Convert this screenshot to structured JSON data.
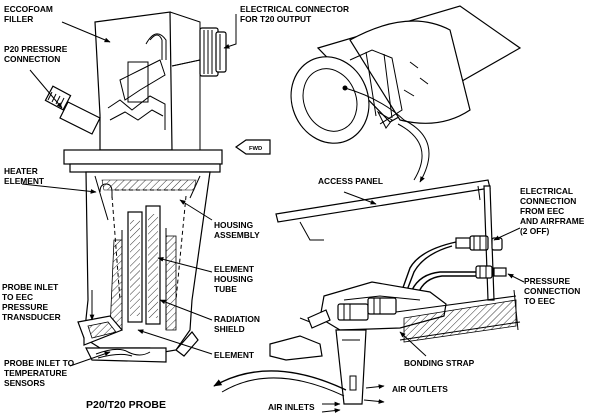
{
  "figure_title": "P20/T20 PROBE",
  "fwd_marker": "FWD",
  "labels": {
    "eccofoam": [
      "ECCOFOAM",
      "FILLER"
    ],
    "p20_pressure": [
      "P20 PRESSURE",
      "CONNECTION"
    ],
    "electrical_connector": [
      "ELECTRICAL CONNECTOR",
      "FOR T20 OUTPUT"
    ],
    "heater_element": [
      "HEATER",
      "ELEMENT"
    ],
    "housing_assembly": [
      "HOUSING",
      "ASSEMBLY"
    ],
    "element_housing_tube": [
      "ELEMENT",
      "HOUSING",
      "TUBE"
    ],
    "probe_inlet_pressure": [
      "PROBE INLET",
      "TO EEC",
      "PRESSURE",
      "TRANSDUCER"
    ],
    "radiation_shield": [
      "RADIATION",
      "SHIELD"
    ],
    "element": [
      "ELEMENT"
    ],
    "probe_inlet_temperature": [
      "PROBE INLET TO",
      "TEMPERATURE",
      "SENSORS"
    ],
    "access_panel": [
      "ACCESS PANEL"
    ],
    "electrical_connection_eec": [
      "ELECTRICAL",
      "CONNECTION",
      "FROM EEC",
      "AND AIRFRAME",
      "(2 OFF)"
    ],
    "pressure_connection_eec": [
      "PRESSURE",
      "CONNECTION",
      "TO EEC"
    ],
    "bonding_strap": [
      "BONDING STRAP"
    ],
    "air_outlets": [
      "AIR OUTLETS"
    ],
    "air_inlets": [
      "AIR INLETS"
    ]
  }
}
